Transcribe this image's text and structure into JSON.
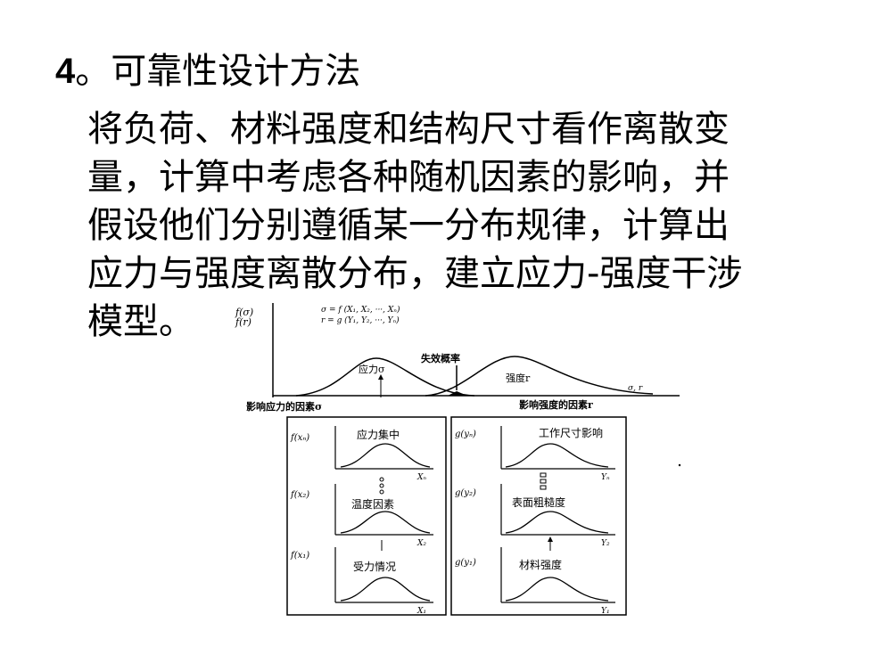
{
  "slide": {
    "title_number": "4",
    "title_text": "。可靠性设计方法",
    "paragraph_lines": [
      " 将负荷、材料强度和结构尺寸看作离散变",
      "量，计算中考虑各种随机因素的影响，并",
      "假设他们分别遵循某一分布规律，计算出",
      "应力与强度离散分布，建立应力-强度干涉",
      "模型。"
    ]
  },
  "figure": {
    "top": {
      "y_labels": [
        "f(σ)",
        "f(r)"
      ],
      "formulas": [
        "σ = f (X₁, X₂, ···, Xₙ)",
        "r = g (Y₁, Y₂, ···, Yₙ)"
      ],
      "stress_label": "应力σ",
      "failure_label": "失效概率",
      "strength_label": "强度r",
      "axis_label": "σ, r",
      "left_caption": "影响应力的因素σ",
      "right_caption": "影响强度的因素r"
    },
    "left_panels": [
      {
        "ylabel": "f(xₙ)",
        "title": "应力集中",
        "xlabel": "Xₙ"
      },
      {
        "ylabel": "f(x₂)",
        "title": "温度因素",
        "xlabel": "X₂"
      },
      {
        "ylabel": "f(x₁)",
        "title": "受力情况",
        "xlabel": "X₁"
      }
    ],
    "right_panels": [
      {
        "ylabel": "g(yₙ)",
        "title": "工作尺寸影响",
        "xlabel": "Yₙ"
      },
      {
        "ylabel": "g(y₂)",
        "title": "表面粗糙度",
        "xlabel": "Y₂"
      },
      {
        "ylabel": "g(y₁)",
        "title": "材料强度",
        "xlabel": "Y₁"
      }
    ]
  }
}
